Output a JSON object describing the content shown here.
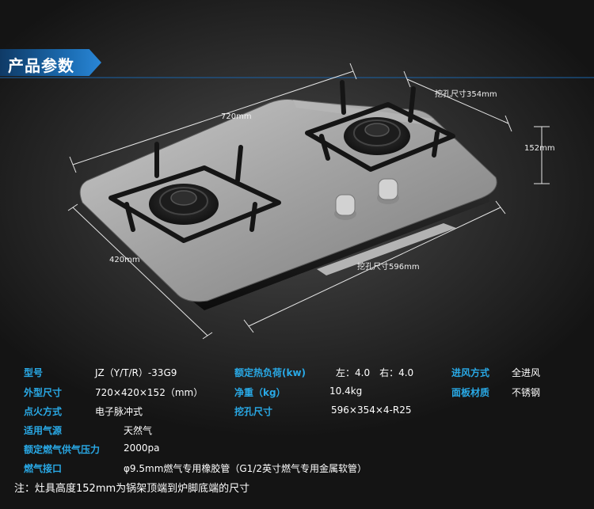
{
  "header": {
    "title": "产品参数"
  },
  "dimensions": {
    "width": "720mm",
    "depth": "420mm",
    "height": "152mm",
    "cutout_depth": "挖孔尺寸354mm",
    "cutout_width": "挖孔尺寸596mm"
  },
  "specs": {
    "model_label": "型号",
    "model_value": "JZ（Y/T/R）-33G9",
    "size_label": "外型尺寸",
    "size_value": "720×420×152（mm）",
    "ignition_label": "点火方式",
    "ignition_value": "电子脉冲式",
    "gas_label": "适用气源",
    "gas_value": "天然气",
    "pressure_label": "额定燃气供气压力",
    "pressure_value": "2000pa",
    "interface_label": "燃气接口",
    "interface_value": "φ9.5mm燃气专用橡胶管（G1/2英寸燃气专用金属软管）",
    "heat_label": "额定热负荷(kw)",
    "heat_value": "左：4.0　右：4.0",
    "weight_label": "净重（kg）",
    "weight_value": "10.4kg",
    "cutout_label": "挖孔尺寸",
    "cutout_value": "596×354×4-R25",
    "air_label": "进风方式",
    "air_value": "全进风",
    "panel_label": "面板材质",
    "panel_value": "不锈钢"
  },
  "note": "注：灶具高度152mm为锅架顶端到炉脚底端的尺寸",
  "colors": {
    "label_blue": "#29a9e6",
    "header_blue": "#1c6fb6"
  }
}
